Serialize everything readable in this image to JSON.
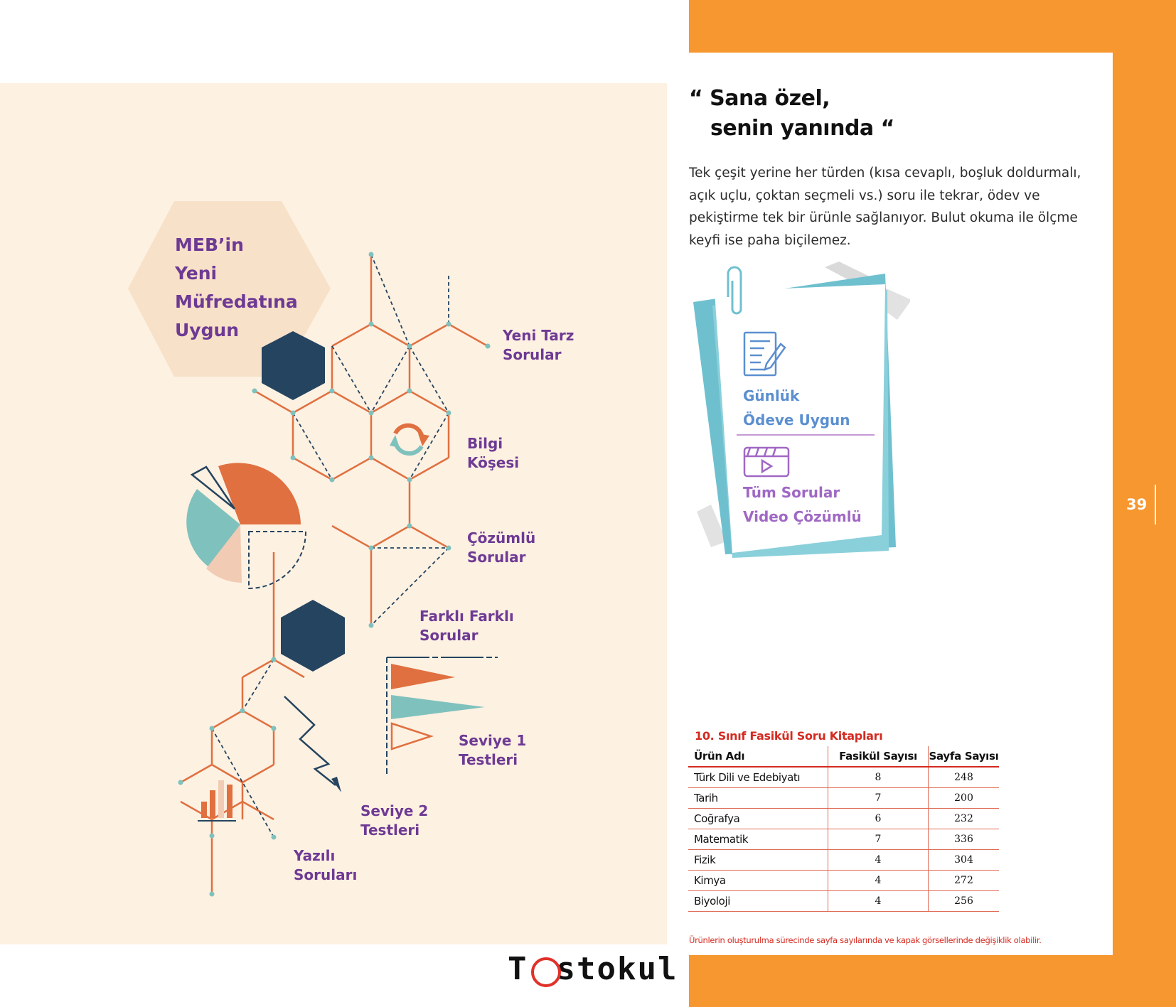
{
  "page_number": "39",
  "quote": {
    "line1": "“ Sana özel,",
    "line2": "senin yanında “"
  },
  "intro": "Tek çeşit yerine her türden (kısa cevaplı, boşluk doldurmalı, açık uçlu, çoktan seçmeli vs.) soru ile tekrar, ödev ve pekiştirme tek bir ürünle sağlanıyor. Bulut okuma ile ölçme keyfi ise paha biçilemez.",
  "meb": [
    "MEB’in",
    "Yeni",
    "Müfredatına",
    "Uygun"
  ],
  "features": {
    "yeni_tarz": [
      "Yeni Tarz",
      "Sorular"
    ],
    "bilgi": [
      "Bilgi",
      "Köşesi"
    ],
    "cozumlu": [
      "Çözümlü",
      "Sorular"
    ],
    "farkli": [
      "Farklı Farklı",
      "Sorular"
    ],
    "seviye1": [
      "Seviye 1",
      "Testleri"
    ],
    "seviye2": [
      "Seviye 2",
      "Testleri"
    ],
    "yazili": [
      "Yazılı",
      "Soruları"
    ]
  },
  "card": {
    "top": [
      "Günlük",
      "Ödeve Uygun"
    ],
    "bottom": [
      "Tüm Sorular",
      "Video Çözümlü"
    ],
    "icons": [
      "document-pen-icon",
      "video-clapper-icon",
      "paperclip-icon"
    ]
  },
  "table": {
    "title": "10. Sınıf Fasikül Soru Kitapları",
    "headers": [
      "Ürün Adı",
      "Fasikül Sayısı",
      "Sayfa Sayısı"
    ],
    "rows": [
      [
        "Türk Dili ve Edebiyatı",
        "8",
        "248"
      ],
      [
        "Tarih",
        "7",
        "200"
      ],
      [
        "Coğrafya",
        "6",
        "232"
      ],
      [
        "Matematik",
        "7",
        "336"
      ],
      [
        "Fizik",
        "4",
        "304"
      ],
      [
        "Kimya",
        "4",
        "272"
      ],
      [
        "Biyoloji",
        "4",
        "256"
      ]
    ]
  },
  "note": "Ürünlerin oluşturulma sürecinde sayfa sayılarında ve kapak görsellerinde değişiklik olabilir.",
  "logo": {
    "pre": "T",
    "post": "stokul"
  },
  "colors": {
    "orange": "#f6972f",
    "purple": "#6e3a94",
    "navy": "#25445f",
    "teal": "#7fc1bd",
    "red": "#d42a20",
    "line": "#e07040"
  }
}
